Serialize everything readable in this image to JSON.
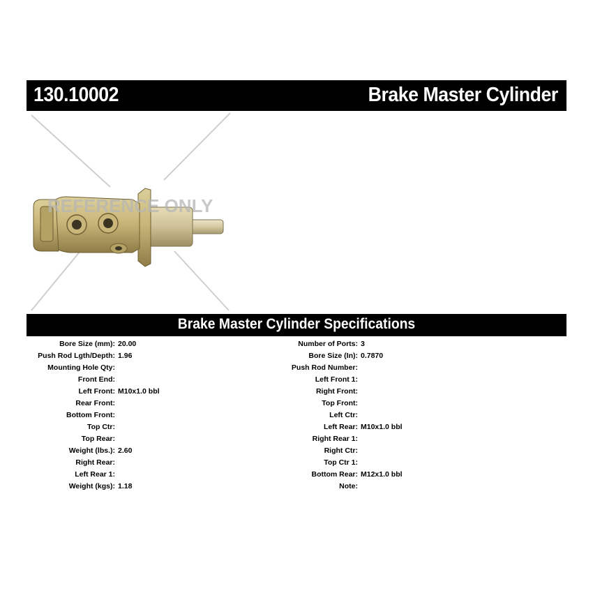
{
  "header": {
    "part_number": "130.10002",
    "part_name": "Brake Master Cylinder"
  },
  "image": {
    "watermark": "REFERENCE ONLY",
    "icon": "brake-master-cylinder-photo"
  },
  "specs_section": {
    "title": "Brake Master Cylinder Specifications"
  },
  "specs_left": [
    {
      "label": "Bore Size (mm):",
      "value": "20.00"
    },
    {
      "label": "Push Rod Lgth/Depth:",
      "value": "1.96"
    },
    {
      "label": "Mounting Hole Qty:",
      "value": ""
    },
    {
      "label": "Front End:",
      "value": ""
    },
    {
      "label": "Left Front:",
      "value": "M10x1.0 bbl"
    },
    {
      "label": "Rear Front:",
      "value": ""
    },
    {
      "label": "Bottom Front:",
      "value": ""
    },
    {
      "label": "Top Ctr:",
      "value": ""
    },
    {
      "label": "Top Rear:",
      "value": ""
    },
    {
      "label": "Weight (lbs.):",
      "value": "2.60"
    },
    {
      "label": "Right Rear:",
      "value": ""
    },
    {
      "label": "Left Rear 1:",
      "value": ""
    },
    {
      "label": "Weight (kgs):",
      "value": "1.18"
    }
  ],
  "specs_right": [
    {
      "label": "Number of Ports:",
      "value": "3"
    },
    {
      "label": "Bore Size (In):",
      "value": "0.7870"
    },
    {
      "label": "Push Rod Number:",
      "value": ""
    },
    {
      "label": "Left Front 1:",
      "value": ""
    },
    {
      "label": "Right Front:",
      "value": ""
    },
    {
      "label": "Top Front:",
      "value": ""
    },
    {
      "label": "Left Ctr:",
      "value": ""
    },
    {
      "label": "Left Rear:",
      "value": "M10x1.0 bbl"
    },
    {
      "label": "Right Rear 1:",
      "value": ""
    },
    {
      "label": "Right Ctr:",
      "value": ""
    },
    {
      "label": "Top Ctr 1:",
      "value": ""
    },
    {
      "label": "Bottom Rear:",
      "value": "M12x1.0 bbl"
    },
    {
      "label": "Note:",
      "value": ""
    }
  ]
}
